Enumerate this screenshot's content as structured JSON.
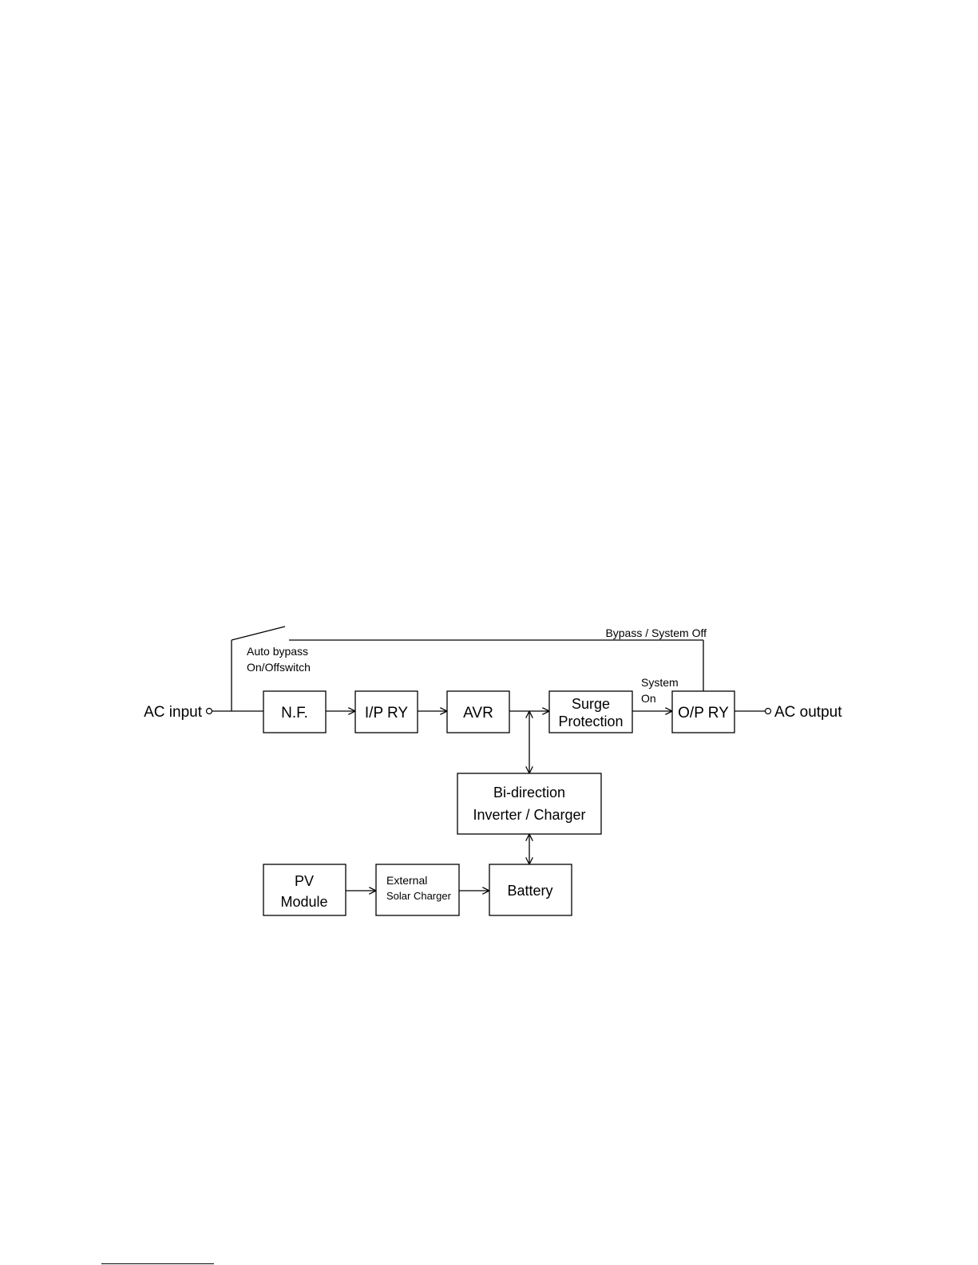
{
  "labels": {
    "ac_input": "AC input",
    "ac_output": "AC output",
    "bypass_system_off": "Bypass / System Off",
    "auto_bypass_line1": "Auto bypass",
    "auto_bypass_line2": "On/Offswitch",
    "system_on_line1": "System",
    "system_on_line2": "On"
  },
  "blocks": {
    "nf": "N.F.",
    "ip_ry": "I/P RY",
    "avr": "AVR",
    "surge_line1": "Surge",
    "surge_line2": "Protection",
    "op_ry": "O/P RY",
    "inverter_line1": "Bi-direction",
    "inverter_line2": "Inverter / Charger",
    "pv_line1": "PV",
    "pv_line2": "Module",
    "solar_line1": "External",
    "solar_line2": "Solar Charger",
    "battery": "Battery"
  },
  "colors": {
    "stroke": "#000000",
    "background": "#ffffff"
  }
}
